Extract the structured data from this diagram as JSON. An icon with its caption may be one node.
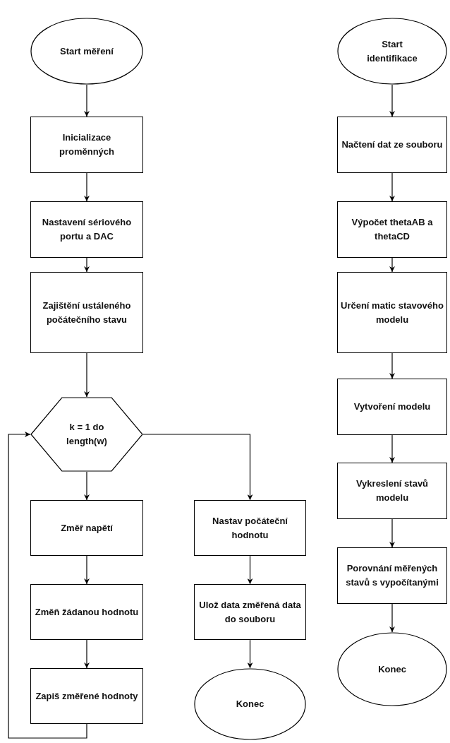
{
  "diagram": {
    "nodes": [
      {
        "text": [
          "Start měření"
        ]
      },
      {
        "text": [
          "Inicializace proměnných"
        ]
      },
      {
        "text": [
          "Nastavení sériového portu a DAC"
        ]
      },
      {
        "text": [
          "Zajištění ustáleného počátečního stavu"
        ]
      },
      {
        "text": [
          "k = 1 do length(w)"
        ]
      },
      {
        "text": [
          "Změř napětí"
        ]
      },
      {
        "text": [
          "Změň žádanou hodnotu"
        ]
      },
      {
        "text": [
          "Zapiš změřené hodnoty"
        ]
      },
      {
        "text": [
          "Nastav počáteční hodnotu"
        ]
      },
      {
        "text": [
          "Ulož data změřená data do souboru"
        ]
      },
      {
        "text": [
          "Konec"
        ]
      },
      {
        "text": [
          "Start identifikace"
        ]
      },
      {
        "text": [
          "Načtení dat ze souboru"
        ]
      },
      {
        "text": [
          "Výpočet thetaAB a thetaCD"
        ]
      },
      {
        "text": [
          "Určení matic stavového modelu"
        ]
      },
      {
        "text": [
          "Vytvoření modelu"
        ]
      },
      {
        "text": [
          "Vykreslení stavů modelu"
        ]
      },
      {
        "text": [
          "Porovnání měřených stavů s vypočítanými"
        ]
      },
      {
        "text": [
          "Konec"
        ]
      }
    ],
    "edges": [
      {
        "from": 0,
        "to": 1,
        "arrow": "to"
      },
      {
        "from": 1,
        "to": 2,
        "arrow": "to"
      },
      {
        "from": 2,
        "to": 3,
        "arrow": "to"
      },
      {
        "from": 3,
        "to": 4,
        "arrow": "to"
      },
      {
        "from": 4,
        "to": 5,
        "arrow": "to"
      },
      {
        "from": 5,
        "to": 6,
        "arrow": "to"
      },
      {
        "from": 6,
        "to": 7,
        "arrow": "to"
      },
      {
        "from": 7,
        "to": 4,
        "arrow": "to"
      },
      {
        "from": 4,
        "to": 8,
        "arrow": "to"
      },
      {
        "from": 8,
        "to": 9,
        "arrow": "to"
      },
      {
        "from": 9,
        "to": 10,
        "arrow": "to"
      },
      {
        "from": 11,
        "to": 12,
        "arrow": "to"
      },
      {
        "from": 12,
        "to": 13,
        "arrow": "to"
      },
      {
        "from": 13,
        "to": 14,
        "arrow": "to"
      },
      {
        "from": 14,
        "to": 15,
        "arrow": "to"
      },
      {
        "from": 15,
        "to": 16,
        "arrow": "to"
      },
      {
        "from": 16,
        "to": 17,
        "arrow": "to"
      },
      {
        "from": 17,
        "to": 18,
        "arrow": "to"
      }
    ]
  }
}
